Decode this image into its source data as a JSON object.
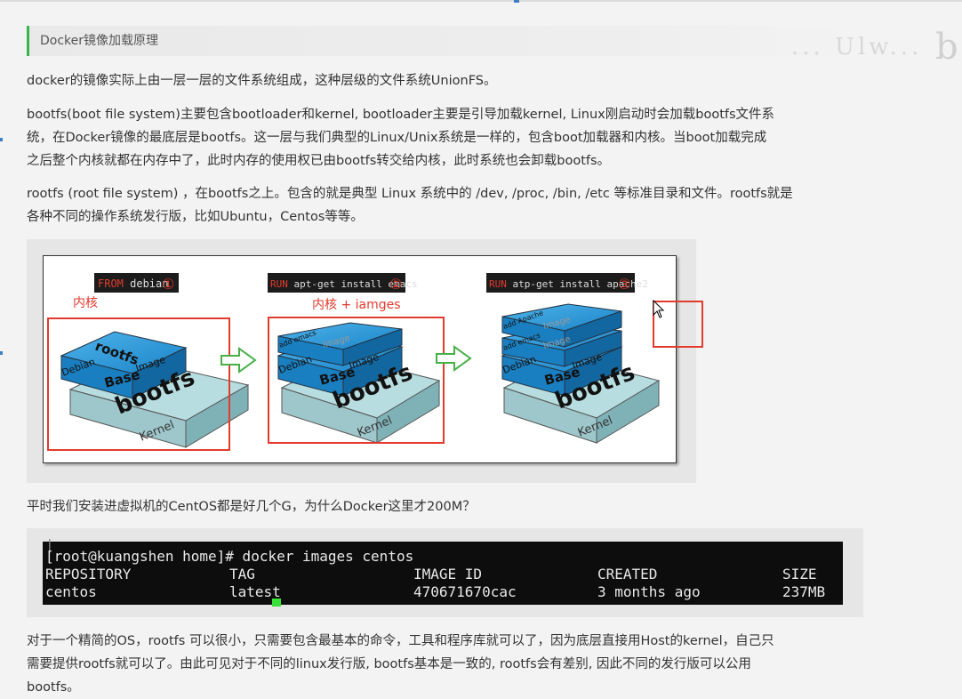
{
  "heading": "Docker镜像加载原理",
  "watermark": "... Ulw...",
  "watermark2": "b",
  "paragraphs": {
    "p1": "docker的镜像实际上由一层一层的文件系统组成，这种层级的文件系统UnionFS。",
    "p2_l1": "bootfs(boot file system)主要包含bootloader和kernel, bootloader主要是引导加载kernel, Linux刚启动时会加载bootfs文件系",
    "p2_l2": "统，在Docker镜像的最底层是bootfs。这一层与我们典型的Linux/Unix系统是一样的，包含boot加载器和内核。当boot加载完成",
    "p2_l3": "之后整个内核就都在内存中了，此时内存的使用权已由bootfs转交给内核，此时系统也会卸载bootfs。",
    "p3_l1": "rootfs (root file system) ，在bootfs之上。包含的就是典型 Linux 系统中的 /dev, /proc, /bin, /etc 等标准目录和文件。rootfs就是",
    "p3_l2": "各种不同的操作系统发行版，比如Ubuntu，Centos等等。",
    "p4": "平时我们安装进虚拟机的CentOS都是好几个G，为什么Docker这里才200M？",
    "p5_l1": "对于一个精简的OS，rootfs 可以很小，只需要包含最基本的命令，工具和程序库就可以了，因为底层直接用Host的kernel，自己只",
    "p5_l2": "需要提供rootfs就可以了。由此可见对于不同的linux发行版, bootfs基本是一致的, rootfs会有差别, 因此不同的发行版可以公用",
    "p5_l3": "bootfs。"
  },
  "diagram": {
    "stage1": {
      "cmd_kw": "FROM",
      "cmd": " debian",
      "num": "①"
    },
    "stage2": {
      "cmd_kw": "RUN",
      "cmd": " apt-get install emacs",
      "num": "②"
    },
    "stage3": {
      "cmd_kw": "RUN",
      "cmd": " atp-get install apache2",
      "num": "③"
    },
    "annotation1": "内核",
    "annotation2": "内核 + iamges",
    "labels": {
      "rootfs": "rootfs",
      "debian": "Debian",
      "base": "Base",
      "image": "Image",
      "bootfs": "bootfs",
      "kernel": "Kernel",
      "emacs": "add emacs",
      "apache": "add Apache"
    },
    "colors": {
      "accent_red": "#e23b2e",
      "layer_blue": "#1a84c8",
      "bootfs_gray": "#a8d0d4"
    }
  },
  "terminal": {
    "prompt_line": "[root@kuangshen home]# docker images centos",
    "headers": [
      "REPOSITORY",
      "TAG",
      "IMAGE ID",
      "CREATED",
      "SIZE"
    ],
    "row": [
      "centos",
      "latest",
      "470671670cac",
      "3 months ago",
      "237MB"
    ]
  },
  "colors": {
    "heading_bar": "#3bb54a",
    "page_bg": "#f3f3f3",
    "cursor": "#38e038"
  }
}
